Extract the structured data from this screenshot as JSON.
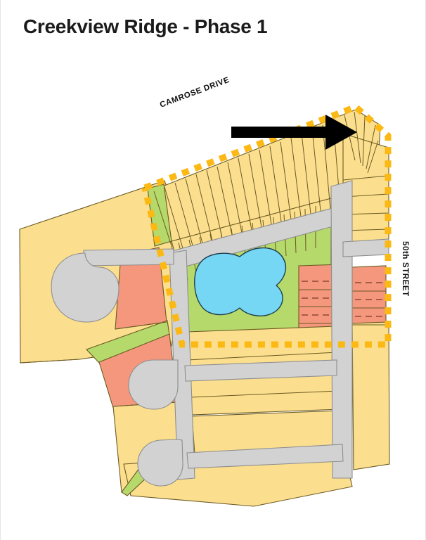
{
  "document": {
    "title": "Creekview Ridge - Phase 1"
  },
  "map": {
    "name": "subdivision-plan-map",
    "labels": {
      "camrose_drive": "CAMROSE DRIVE",
      "fiftieth_street": "50th STREET"
    },
    "legend_colors": {
      "residential_lot": "#fbdf8f",
      "multi_family_lot": "#f4977d",
      "park_green_space": "#b5d96b",
      "stormwater_pond": "#76d7f5",
      "road_pavement": "#d2d2d2",
      "phase_boundary": "#fcb813",
      "parcel_outline": "#6b5a22",
      "arrow": "#000000"
    },
    "annotations": {
      "direction_arrow": "right-pointing-arrow"
    },
    "features": [
      {
        "name": "phase-1-boundary",
        "type": "dashed-outline",
        "color": "#fcb813"
      },
      {
        "name": "stormwater-pond",
        "type": "water",
        "color": "#76d7f5"
      },
      {
        "name": "central-park",
        "type": "green-space",
        "color": "#b5d96b"
      },
      {
        "name": "camrose-drive",
        "type": "road",
        "color": "#d2d2d2"
      },
      {
        "name": "50th-street",
        "type": "road",
        "color": "#d2d2d2"
      },
      {
        "name": "northwest-cul-de-sac",
        "type": "road",
        "color": "#d2d2d2"
      },
      {
        "name": "southwest-cul-de-sac",
        "type": "road",
        "color": "#d2d2d2"
      },
      {
        "name": "south-cul-de-sac",
        "type": "road",
        "color": "#d2d2d2"
      }
    ]
  }
}
